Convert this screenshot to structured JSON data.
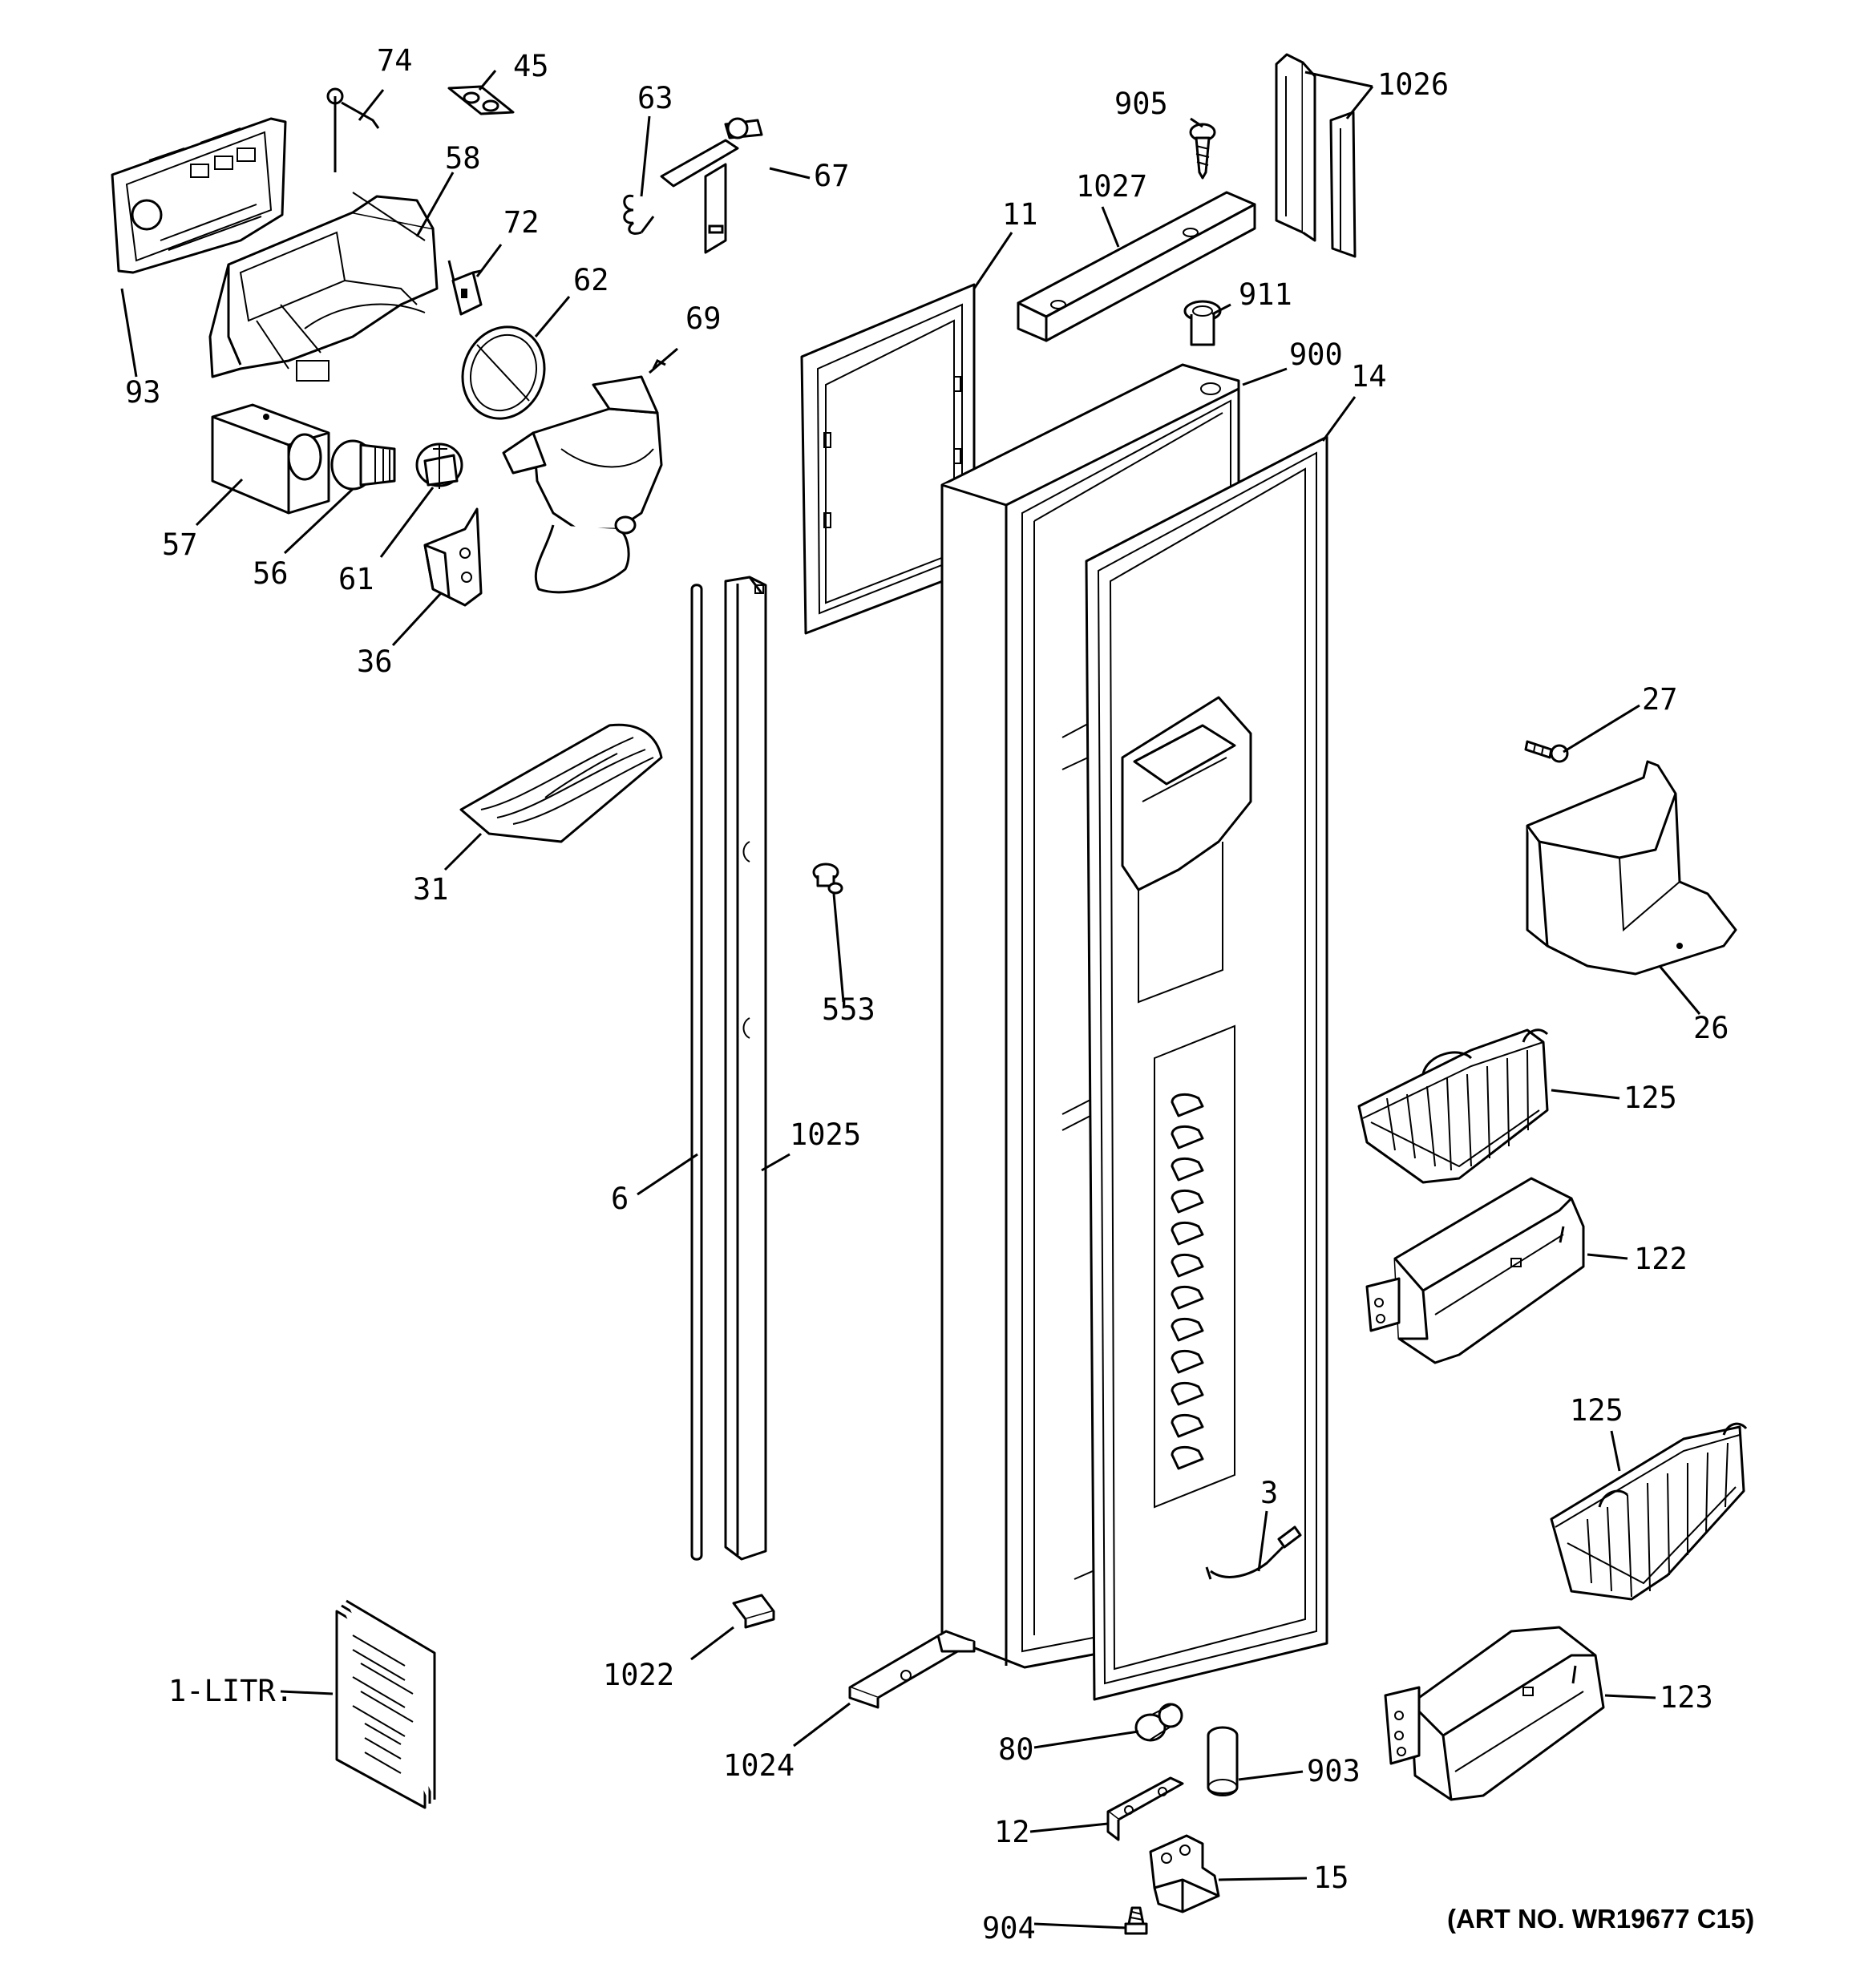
{
  "labels": {
    "p74": "74",
    "p45": "45",
    "p63": "63",
    "p67": "67",
    "p58": "58",
    "p72": "72",
    "p62": "62",
    "p69": "69",
    "p93": "93",
    "p57": "57",
    "p56": "56",
    "p61": "61",
    "p36": "36",
    "p31": "31",
    "p905": "905",
    "p1026": "1026",
    "p1027": "1027",
    "p911": "911",
    "p900": "900",
    "p11": "11",
    "p14": "14",
    "p27": "27",
    "p26": "26",
    "p553": "553",
    "p6": "6",
    "p1025": "1025",
    "p125a": "125",
    "p122": "122",
    "p125b": "125",
    "p3": "3",
    "p1022": "1022",
    "p1litr": "1-LITR.",
    "p1024": "1024",
    "p80": "80",
    "p123": "123",
    "p903": "903",
    "p12": "12",
    "p15": "15",
    "p904": "904"
  },
  "art_number": "(ART NO. WR19677 C15)"
}
